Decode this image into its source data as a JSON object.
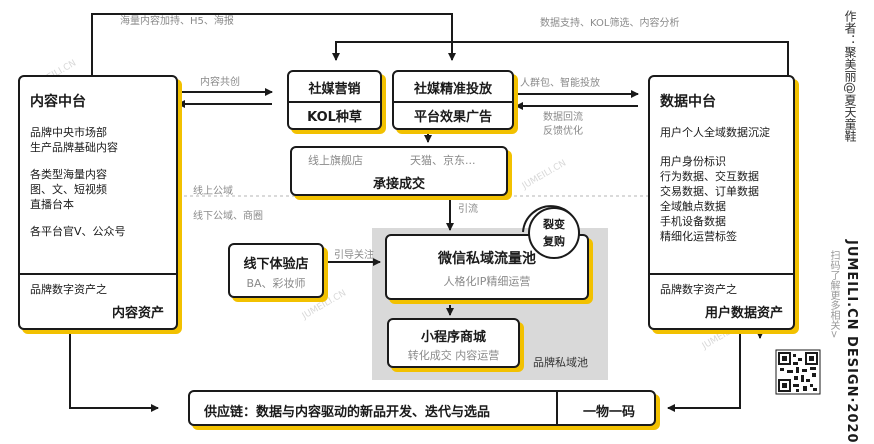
{
  "flow_labels": {
    "top_left": "海量内容加持、H5、海报",
    "top_right": "数据支持、KOL筛选、内容分析",
    "content_cocreate": "内容共创",
    "crowd_pack": "人群包、智能投放",
    "data_return": "数据回流",
    "feedback": "反馈优化",
    "online_domain": "线上公域",
    "offline_domain": "线下公域、商圈",
    "traffic": "引流",
    "guide_follow": "引导关注"
  },
  "content_platform": {
    "title": "内容中台",
    "lines": [
      "品牌中央市场部",
      "生产品牌基础内容",
      "",
      "各类型海量内容",
      "图、文、短视频",
      "直播台本",
      "",
      "各平台官V、公众号"
    ],
    "asset_caption": "品牌数字资产之",
    "asset_title": "内容资产"
  },
  "data_platform": {
    "title": "数据中台",
    "lines": [
      "用户个人全域数据沉淀",
      "",
      "用户身份标识",
      "行为数据、交互数据",
      "交易数据、订单数据",
      "全域触点数据",
      "手机设备数据",
      "精细化运营标签"
    ],
    "asset_caption": "品牌数字资产之",
    "asset_title": "用户数据资产"
  },
  "social_marketing": {
    "title": "社媒营销",
    "subtitle": "KOL种草"
  },
  "social_ads": {
    "title": "社媒精准投放",
    "subtitle": "平台效果广告"
  },
  "conversion": {
    "channel1": "线上旗舰店",
    "channel2": "天猫、京东...",
    "title": "承接成交"
  },
  "offline_store": {
    "title": "线下体验店",
    "subtitle": "BA、彩妆师"
  },
  "wechat_pool": {
    "title": "微信私域流量池",
    "subtitle": "人格化IP精细运营"
  },
  "fission": {
    "line1": "裂变",
    "line2": "复购"
  },
  "mini_program": {
    "title": "小程序商城",
    "subtitle": "转化成交 内容运营"
  },
  "private_domain_label": "品牌私域池",
  "supply_chain": {
    "text": "供应链：数据与内容驱动的新品开发、迭代与选品",
    "code": "一物一码"
  },
  "side": {
    "author": "作者：聚美丽@夏天童鞋",
    "brand": "JUMEILI.CN DESIGN·2020",
    "scan": "扫码了解更多相关>"
  },
  "watermark": "JUMEILI.CN",
  "colors": {
    "accent": "#f2c100",
    "border": "#1a1a1a",
    "gray_text": "#8a8a8a",
    "private_bg": "#d9d9d9"
  }
}
